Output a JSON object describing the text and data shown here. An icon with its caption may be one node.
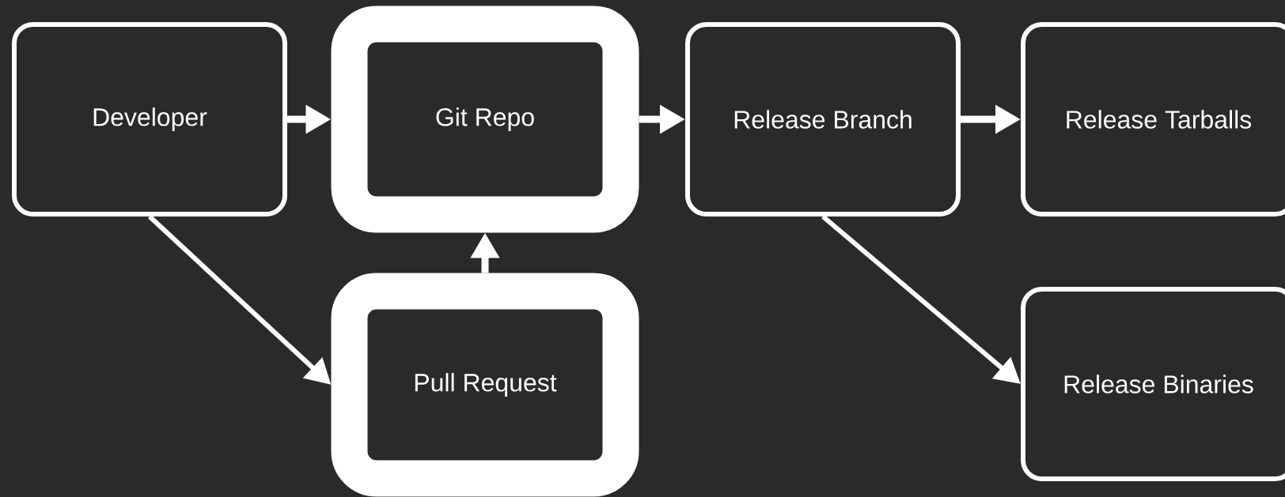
{
  "diagram": {
    "nodes": [
      {
        "text": [
          "Developer"
        ]
      },
      {
        "text": [
          "Git Repo"
        ]
      },
      {
        "text": [
          "Release Branch"
        ]
      },
      {
        "text": [
          "Release Tarballs"
        ]
      },
      {
        "text": [
          "Pull Request"
        ]
      },
      {
        "text": [
          "Release Binaries"
        ]
      }
    ],
    "edges": [
      {
        "from": 0,
        "to": 1,
        "arrow": "to"
      },
      {
        "from": 0,
        "to": 4,
        "arrow": "to"
      },
      {
        "from": 4,
        "to": 1,
        "arrow": "to"
      },
      {
        "from": 1,
        "to": 2,
        "arrow": "to"
      },
      {
        "from": 2,
        "to": 3,
        "arrow": "to"
      },
      {
        "from": 2,
        "to": 5,
        "arrow": "to"
      }
    ]
  }
}
